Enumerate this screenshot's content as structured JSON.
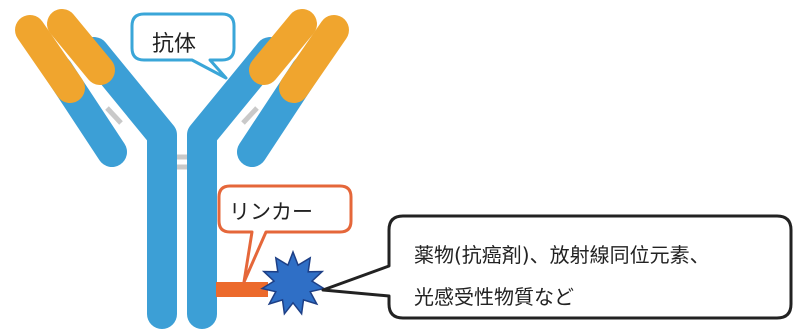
{
  "labels": {
    "antibody": "抗体",
    "linker": "リンカー",
    "payload_line1": "薬物(抗癌剤)、放射線同位元素、",
    "payload_line2": "光感受性物質など"
  },
  "colors": {
    "antibody_blue": "#3c9fd6",
    "antibody_tip_orange": "#f0a52e",
    "hinge_gray": "#c9c9c9",
    "linker_orange": "#ec6a2c",
    "payload_blue": "#2f6fc6",
    "antibody_callout_border": "#3aa6d8",
    "linker_callout_border": "#e5673a",
    "payload_callout_border": "#222222"
  },
  "icons": {
    "antibody": "y-shaped-antibody-icon",
    "payload": "star-burst-drug-icon"
  }
}
